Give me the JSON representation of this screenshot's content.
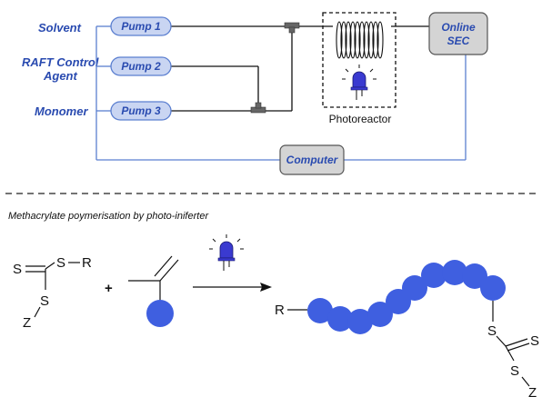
{
  "inputs": {
    "solvent": "Solvent",
    "raft_line1": "RAFT Control",
    "raft_line2": "Agent",
    "monomer": "Monomer"
  },
  "pumps": [
    "Pump 1",
    "Pump 2",
    "Pump 3"
  ],
  "photoreactor_label": "Photoreactor",
  "online_sec": {
    "line1": "Online",
    "line2": "SEC"
  },
  "computer_label": "Computer",
  "caption": "Methacrylate poymerisation by photo-iniferter",
  "chem": {
    "S": "S",
    "R": "R",
    "Z": "Z",
    "plus": "+"
  },
  "colors": {
    "blue_box_fill": "#c9d5f2",
    "blue_stroke": "#5b7fd0",
    "label_blue": "#2a4bb0",
    "bead_blue": "#3f5fe0",
    "grey_box": "#d4d4d4",
    "led_blue": "#3a3ad0"
  }
}
